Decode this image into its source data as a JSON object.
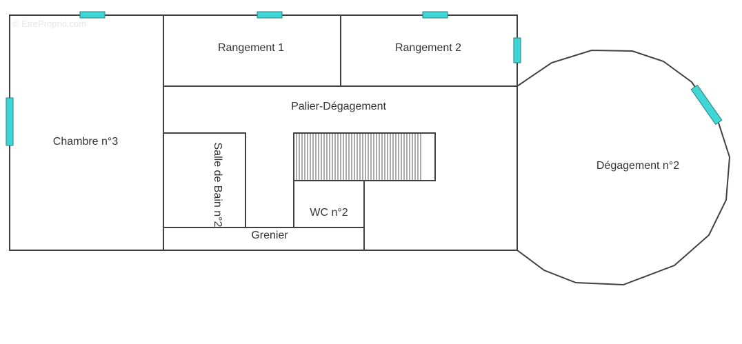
{
  "watermark": "© EtreProprio.com",
  "rooms": {
    "chambre3": "Chambre n°3",
    "rangement1": "Rangement 1",
    "rangement2": "Rangement 2",
    "palier": "Palier-Dégagement",
    "salle_bain": "Salle de Bain n°2",
    "wc": "WC n°2",
    "grenier": "Grenier",
    "degagement2": "Dégagement n°2"
  },
  "colors": {
    "wall": "#404040",
    "window": "#3fd6d6",
    "text": "#333333"
  }
}
